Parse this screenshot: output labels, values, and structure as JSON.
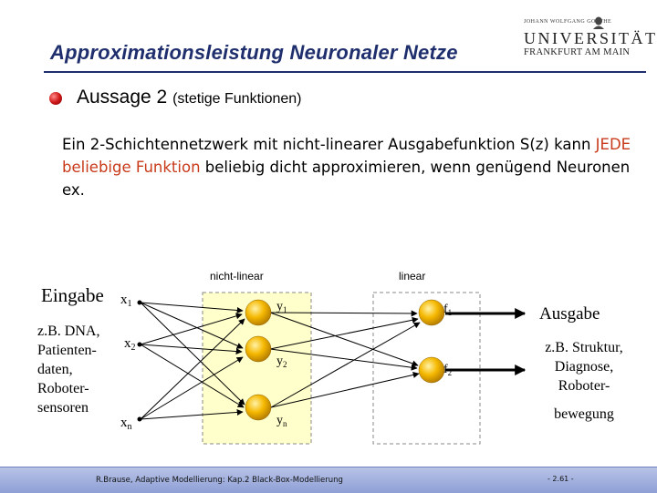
{
  "slide": {
    "title": "Approximationsleistung Neuronaler Netze",
    "logo_top": "JOHANN WOLFGANG GOETHE",
    "logo_university": "UNIVERSITÄT",
    "logo_city": "FRANKFURT AM MAIN",
    "heading": "Aussage 2",
    "heading_sub": "(stetige Funktionen)",
    "para_part1": "Ein 2-Schichtennetzwerk mit nicht-linearer Ausgabefunktion S(z) kann ",
    "para_highlight": "JEDE beliebige Funktion",
    "para_part2": " beliebig dicht approximieren, wenn genügend Neuronen ex.",
    "highlight_color": "#c83a1a"
  },
  "diagram": {
    "label_nonlinear": "nicht-linear",
    "label_linear": "linear",
    "input_title": "Eingabe",
    "input_desc": [
      "z.B. DNA,",
      "Patienten-",
      "daten,",
      "Roboter-",
      "sensoren"
    ],
    "inputs": [
      {
        "base": "x",
        "sub": "1"
      },
      {
        "base": "x",
        "sub": "2"
      },
      {
        "base": "x",
        "sub": "n"
      }
    ],
    "hidden": [
      {
        "base": "y",
        "sub": "1"
      },
      {
        "base": "y",
        "sub": "2"
      },
      {
        "base": "y",
        "sub": "n"
      }
    ],
    "outputs": [
      {
        "base": "f",
        "sub": "1"
      },
      {
        "base": "f",
        "sub": "2"
      }
    ],
    "output_title": "Ausgabe",
    "output_desc": [
      "z.B. Struktur,",
      "Diagnose,",
      "Roboter-",
      "bewegung"
    ],
    "node_color": "#f5b800",
    "hidden_box_color": "#ffffcc"
  },
  "footer": {
    "left": "R.Brause, Adaptive Modellierung: Kap.2  Black-Box-Modellierung",
    "right": "- 2.61 -"
  }
}
